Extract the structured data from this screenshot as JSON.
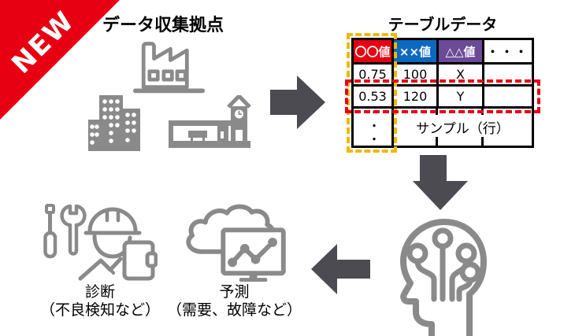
{
  "badge": {
    "label": "NEW",
    "color": "#e60012"
  },
  "sources": {
    "title": "データ収集拠点",
    "icons": [
      "factory-icon",
      "office-building-icon",
      "station-icon"
    ]
  },
  "table": {
    "title": "テーブルデータ",
    "headers": [
      {
        "label": "〇〇値",
        "bg": "#e60012"
      },
      {
        "label": "××値",
        "bg": "#0c69c0"
      },
      {
        "label": "△△値",
        "bg": "#6b4a96"
      },
      {
        "label": "・・・",
        "bg": "#ffffff"
      }
    ],
    "rows": [
      [
        "0.75",
        "100",
        "X",
        ""
      ],
      [
        "0.53",
        "120",
        "Y",
        ""
      ]
    ],
    "vertical_ellipsis": "・・・",
    "sample_row_label": "サンプル（行）",
    "highlight_column_dash_color": "#eeb900",
    "highlight_row_dash_color": "#e60012"
  },
  "ai": {
    "icon": "ai-head-circuit-icon"
  },
  "outputs": {
    "diagnosis": {
      "title": "診断",
      "subtitle": "（不良検知など）",
      "icon": "worker-tools-clipboard-icon"
    },
    "prediction": {
      "title": "予測",
      "subtitle": "（需要、故障など）",
      "icon": "cloud-monitor-chart-icon"
    }
  },
  "arrows": [
    "arrow-right-icon",
    "arrow-down-icon",
    "arrow-left-icon"
  ],
  "colors": {
    "accent_red": "#e60012",
    "header_blue": "#0c69c0",
    "header_purple": "#6b4a96",
    "highlight_yellow": "#eeb900",
    "arrow_gray": "#4b4b51",
    "icon_gray": "#8a8a8a"
  }
}
